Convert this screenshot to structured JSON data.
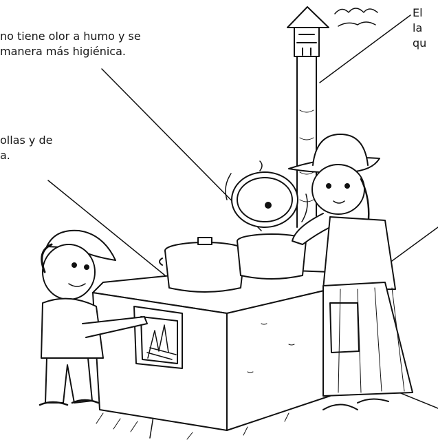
{
  "captions": {
    "top_left": [
      "no tiene olor a humo y se",
      "manera más higiénica."
    ],
    "mid_left": [
      "ollas y de",
      "a."
    ],
    "top_right": [
      "El",
      "la",
      "qu"
    ]
  },
  "colors": {
    "ink": "#111111",
    "paper": "#ffffff"
  }
}
